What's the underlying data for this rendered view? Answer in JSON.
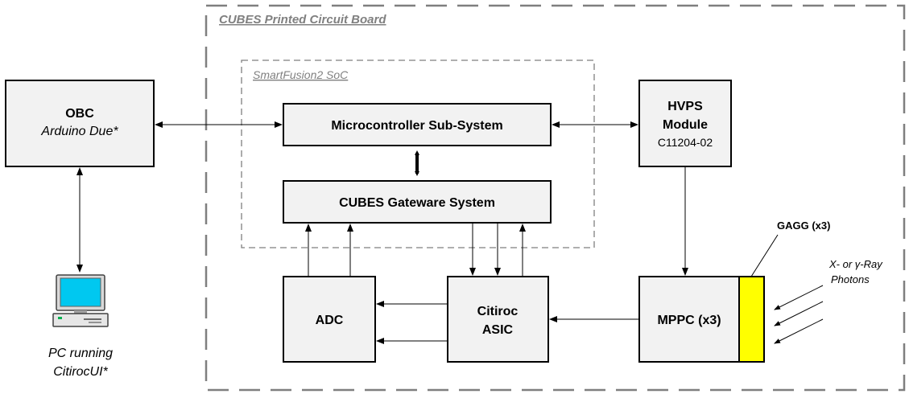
{
  "diagram": {
    "pcb_label": "CUBES Printed Circuit Board",
    "soc_label": "SmartFusion2 SoC",
    "obc": {
      "title": "OBC",
      "subtitle": "Arduino Due*"
    },
    "mss": {
      "title": "Microcontroller Sub-System"
    },
    "gateware": {
      "title": "CUBES Gateware System"
    },
    "hvps": {
      "title_line1": "HVPS",
      "title_line2": "Module",
      "part": "C11204-02"
    },
    "adc": {
      "title": "ADC"
    },
    "citiroc": {
      "title_line1": "Citiroc",
      "title_line2": "ASIC"
    },
    "mppc": {
      "title": "MPPC (x3)"
    },
    "gagg": {
      "label": "GAGG (x3)"
    },
    "photons": {
      "line1": "X- or γ-Ray",
      "line2": "Photons"
    },
    "pc": {
      "line1": "PC running",
      "line2": "CitirocUI*"
    },
    "colors": {
      "box_fill": "#f2f2f2",
      "gagg_fill": "#ffff00",
      "dashed_border": "#7f7f7f",
      "label_gray": "#808080"
    }
  }
}
